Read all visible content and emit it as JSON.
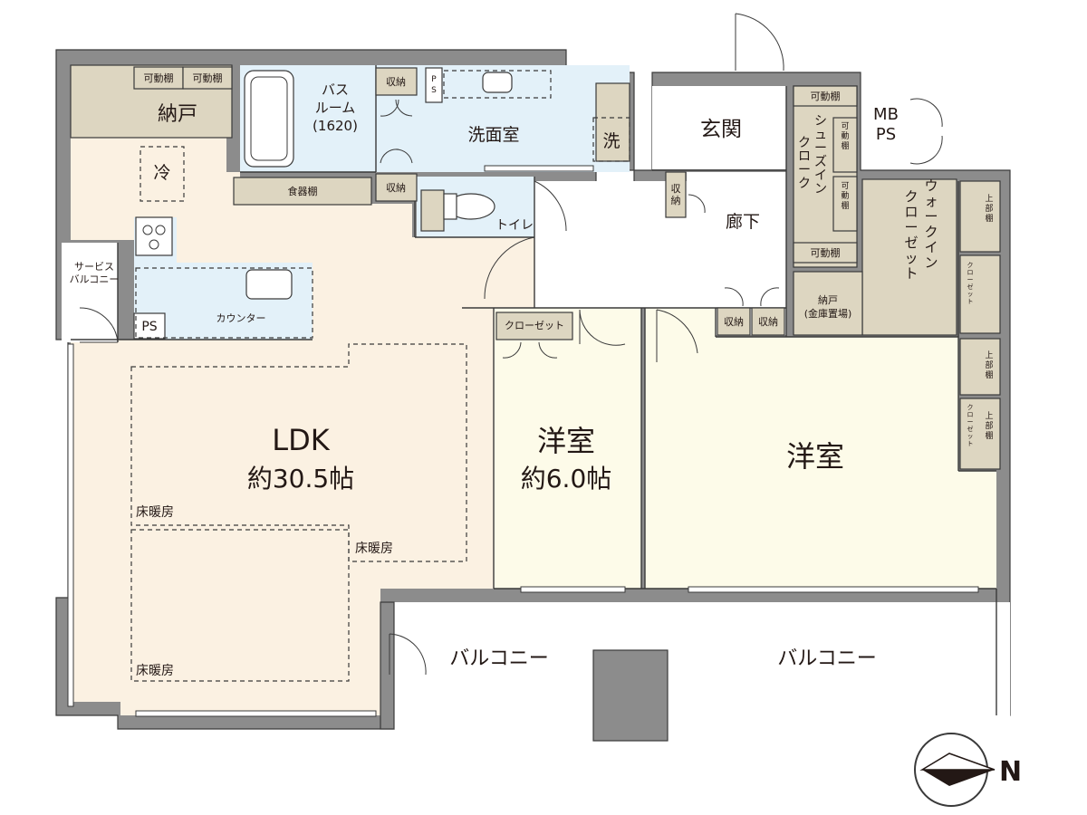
{
  "rooms": {
    "ldk": {
      "name": "LDK",
      "size": "約30.5帖"
    },
    "western1": {
      "name": "洋室",
      "size": "約6.0帖"
    },
    "western2": {
      "name": "洋室"
    },
    "entrance": "玄関",
    "hallway": "廊下",
    "washroom": "洗面室",
    "bath": "バス\nルーム\n(1620)",
    "toilet": "トイレ",
    "storeroom": "納戸",
    "storeroom_safe": "納戸\n(金庫置場)",
    "walkin": "ウォークイン\nクローゼット",
    "shoes": "シューズイン\nクローク",
    "balcony1": "バルコニー",
    "balcony2": "バルコニー",
    "service_balcony": "サービス\nバルコニー",
    "mbps": "MB\nPS"
  },
  "labels": {
    "movable_shelf": "可動棚",
    "storage": "収納",
    "ps": "PS",
    "ps_vertical": "PS",
    "fridge": "冷",
    "washer": "洗",
    "cupboard": "食器棚",
    "counter": "カウンター",
    "closet": "クローゼット",
    "upper_cabinet": "上部棚",
    "floor_heating": "床暖房"
  },
  "compass": {
    "label": "N"
  },
  "colors": {
    "wall": "#8c8c8c",
    "ldk": "#fbf1e2",
    "wet_area": "#e3f1f9",
    "storage": "#ddd6c1",
    "room": "#fdfbe9"
  }
}
